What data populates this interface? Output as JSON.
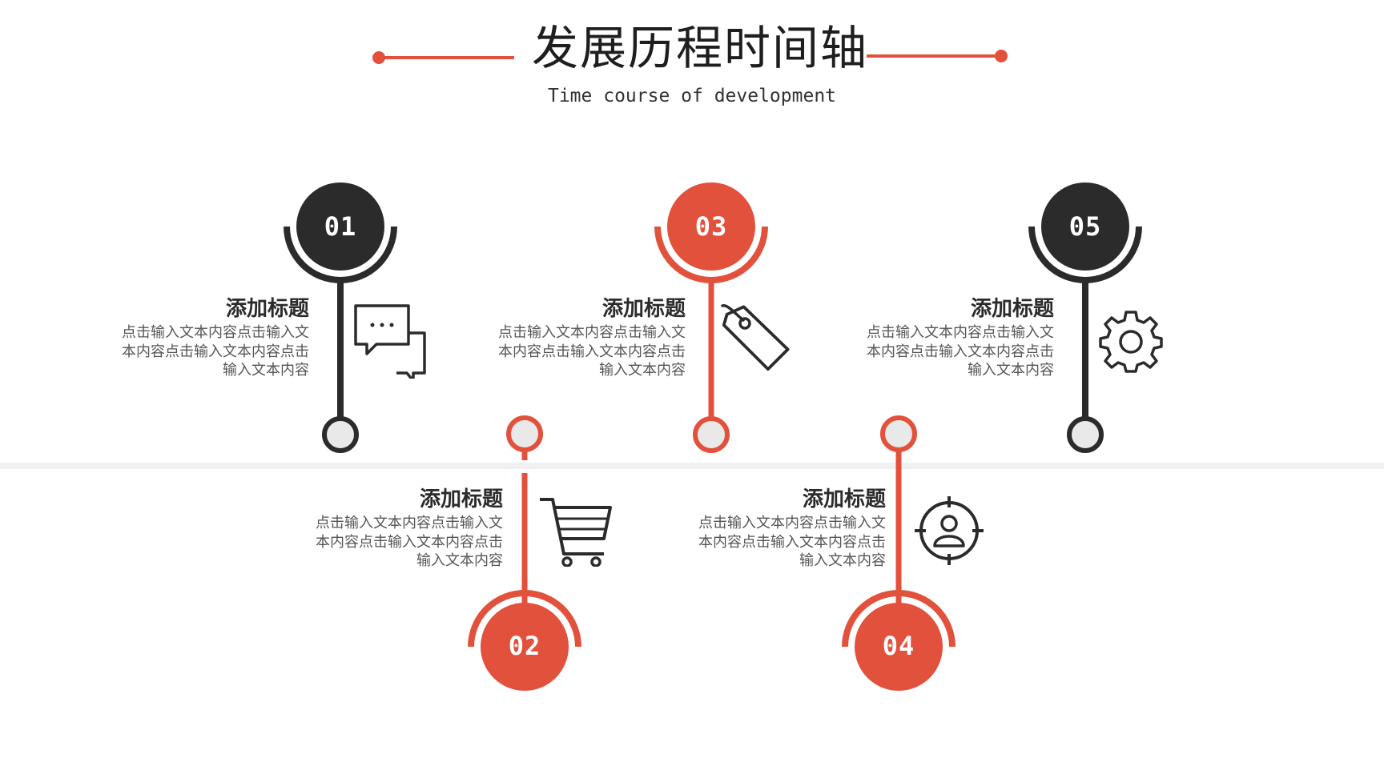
{
  "header": {
    "title": "发展历程时间轴",
    "subtitle": "Time course of development"
  },
  "colors": {
    "accent": "#e2513b",
    "dark": "#2b2b2b",
    "node_fill": "#e9e9e9",
    "baseline": "#f1f1f1"
  },
  "timeline": {
    "items": [
      {
        "num": "01",
        "color": "dark",
        "position": "top",
        "title": "添加标题",
        "lines": [
          "点击输入文本内容点击输入文",
          "本内容点击输入文本内容点击",
          "输入文本内容"
        ],
        "icon": "chat-icon"
      },
      {
        "num": "02",
        "color": "accent",
        "position": "bottom",
        "title": "添加标题",
        "lines": [
          "点击输入文本内容点击输入文",
          "本内容点击输入文本内容点击",
          "输入文本内容"
        ],
        "icon": "shopping-cart-icon"
      },
      {
        "num": "03",
        "color": "accent",
        "position": "top",
        "title": "添加标题",
        "lines": [
          "点击输入文本内容点击输入文",
          "本内容点击输入文本内容点击",
          "输入文本内容"
        ],
        "icon": "price-tag-icon"
      },
      {
        "num": "04",
        "color": "accent",
        "position": "bottom",
        "title": "添加标题",
        "lines": [
          "点击输入文本内容点击输入文",
          "本内容点击输入文本内容点击",
          "输入文本内容"
        ],
        "icon": "user-target-icon"
      },
      {
        "num": "05",
        "color": "dark",
        "position": "top",
        "title": "添加标题",
        "lines": [
          "点击输入文本内容点击输入文",
          "本内容点击输入文本内容点击",
          "输入文本内容"
        ],
        "icon": "gear-icon"
      }
    ]
  }
}
